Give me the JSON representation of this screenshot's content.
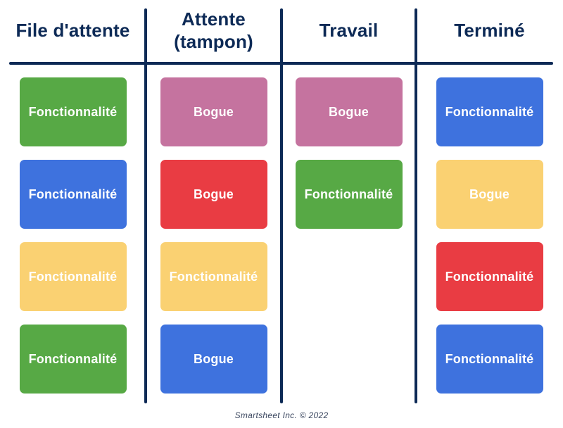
{
  "palette": {
    "background": "#ffffff",
    "navy": "#0d2a56",
    "card_text": "#ffffff",
    "footer_text": "#3d4961",
    "green": "#57a945",
    "blue": "#3e72de",
    "yellow": "#fad172",
    "pink": "#c5739f",
    "red": "#e93c43"
  },
  "board": {
    "columns": [
      {
        "title": "File d'attente",
        "cards": [
          {
            "label": "Fonctionnalité",
            "color": "green"
          },
          {
            "label": "Fonctionnalité",
            "color": "blue"
          },
          {
            "label": "Fonctionnalité",
            "color": "yellow"
          },
          {
            "label": "Fonctionnalité",
            "color": "green"
          }
        ]
      },
      {
        "title": "Attente (tampon)",
        "cards": [
          {
            "label": "Bogue",
            "color": "pink"
          },
          {
            "label": "Bogue",
            "color": "red"
          },
          {
            "label": "Fonctionnalité",
            "color": "yellow"
          },
          {
            "label": "Bogue",
            "color": "blue"
          }
        ]
      },
      {
        "title": "Travail",
        "cards": [
          {
            "label": "Bogue",
            "color": "pink"
          },
          {
            "label": "Fonctionnalité",
            "color": "green"
          }
        ]
      },
      {
        "title": "Terminé",
        "cards": [
          {
            "label": "Fonctionnalité",
            "color": "blue"
          },
          {
            "label": "Bogue",
            "color": "yellow"
          },
          {
            "label": "Fonctionnalité",
            "color": "red"
          },
          {
            "label": "Fonctionnalité",
            "color": "blue"
          }
        ]
      }
    ]
  },
  "footer": {
    "credit": "Smartsheet Inc. © 2022"
  }
}
